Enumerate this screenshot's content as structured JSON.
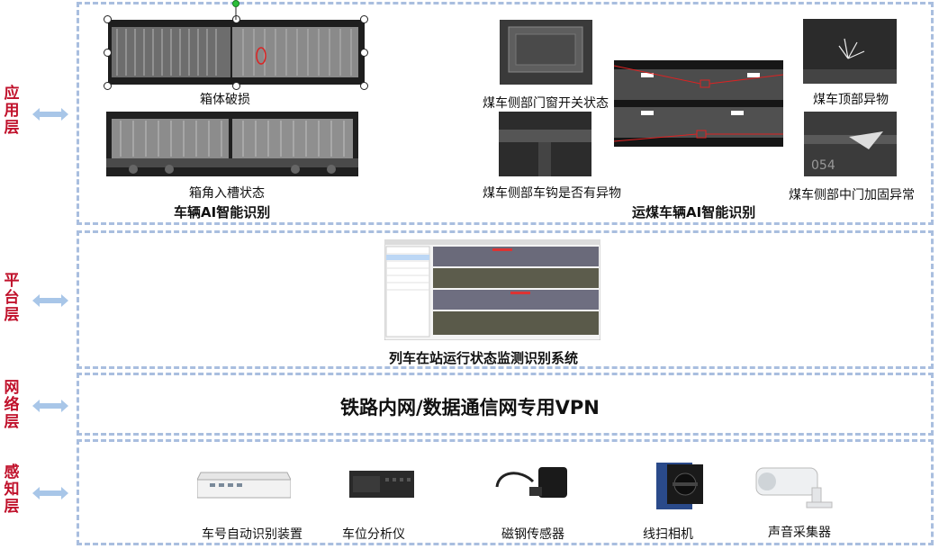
{
  "layers": {
    "application": {
      "label": "应用层"
    },
    "platform": {
      "label": "平台层"
    },
    "network": {
      "label": "网络层"
    },
    "perception": {
      "label": "感知层"
    }
  },
  "application": {
    "vehicle_ai": {
      "title": "车辆AI智能识别",
      "items": [
        {
          "caption": "箱体破损"
        },
        {
          "caption": "箱角入槽状态"
        }
      ]
    },
    "coal_ai": {
      "title": "运煤车辆AI智能识别",
      "items": [
        {
          "caption": "煤车侧部门窗开关状态"
        },
        {
          "caption": "煤车侧部车钩是否有异物"
        },
        {
          "caption": "煤车顶部异物"
        },
        {
          "caption": "煤车侧部中门加固异常"
        }
      ]
    }
  },
  "platform": {
    "system_title": "列车在站运行状态监测识别系统"
  },
  "network": {
    "title": "铁路内网/数据通信网专用VPN"
  },
  "perception": {
    "devices": [
      {
        "caption": "车号自动识别装置",
        "icon": "rfid-reader-icon"
      },
      {
        "caption": "车位分析仪",
        "icon": "rack-analyzer-icon"
      },
      {
        "caption": "磁钢传感器",
        "icon": "magnetic-sensor-icon"
      },
      {
        "caption": "线扫相机",
        "icon": "line-scan-camera-icon"
      },
      {
        "caption": "声音采集器",
        "icon": "sound-collector-icon"
      }
    ]
  },
  "colors": {
    "label_red": "#c0112b",
    "border_blue": "#a9bedf",
    "arrow_blue": "#a8c6e8"
  }
}
